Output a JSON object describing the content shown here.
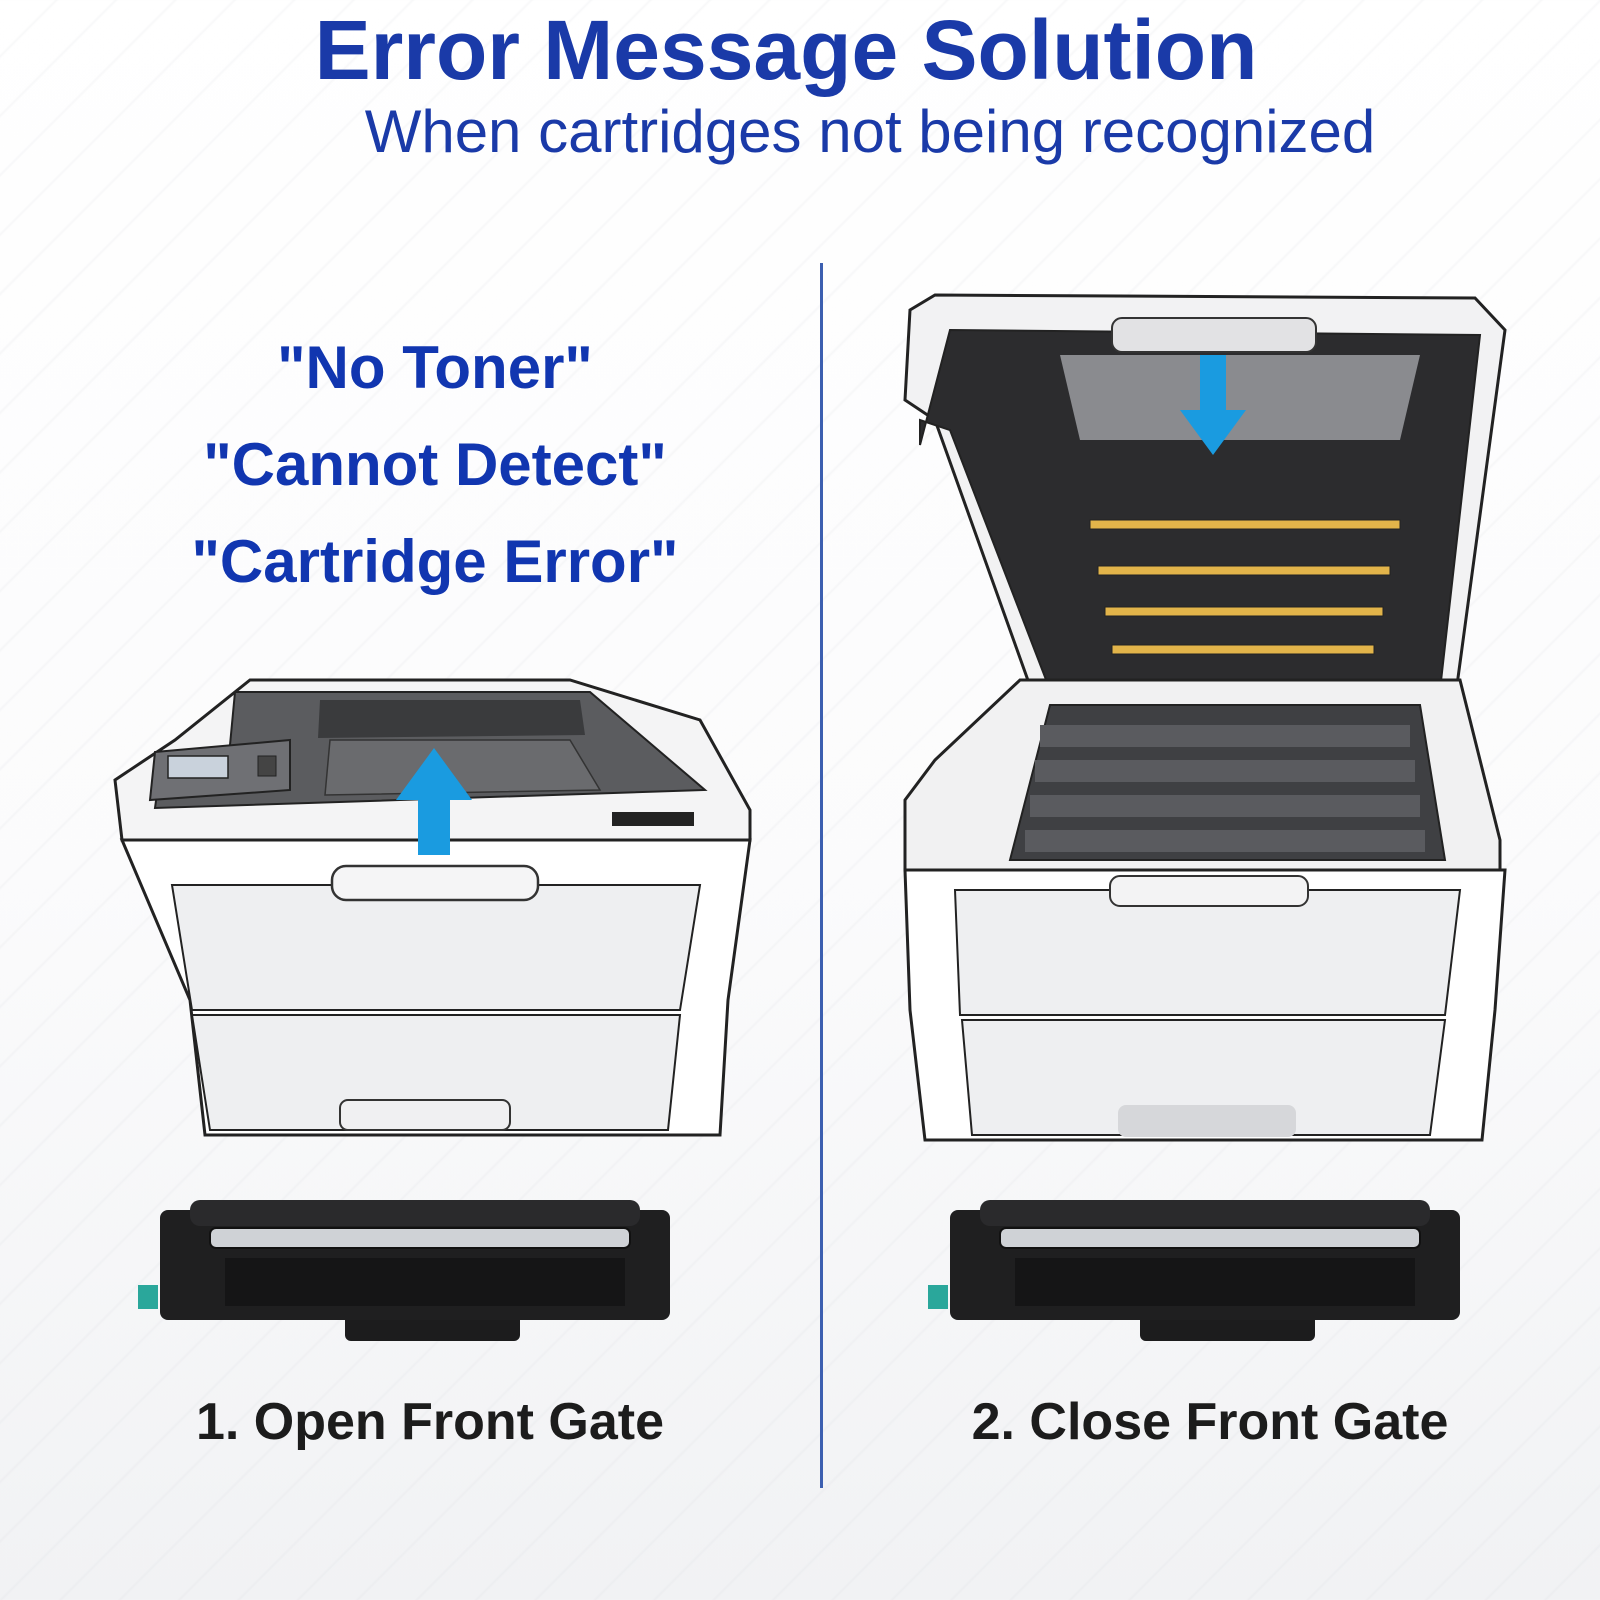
{
  "header": {
    "title": "Error Message Solution",
    "subtitle": "When cartridges not being recognized"
  },
  "left_panel": {
    "errors": [
      "\"No Toner\"",
      "\"Cannot Detect\"",
      "\"Cartridge Error\""
    ],
    "step_label": "1. Open Front Gate"
  },
  "right_panel": {
    "step_label": "2. Close Front Gate"
  },
  "colors": {
    "title_blue": "#1a3aa8",
    "arrow_blue": "#1a9be0",
    "divider": "#3c5fb0",
    "cartridge_yellow": "#e2b44a"
  }
}
